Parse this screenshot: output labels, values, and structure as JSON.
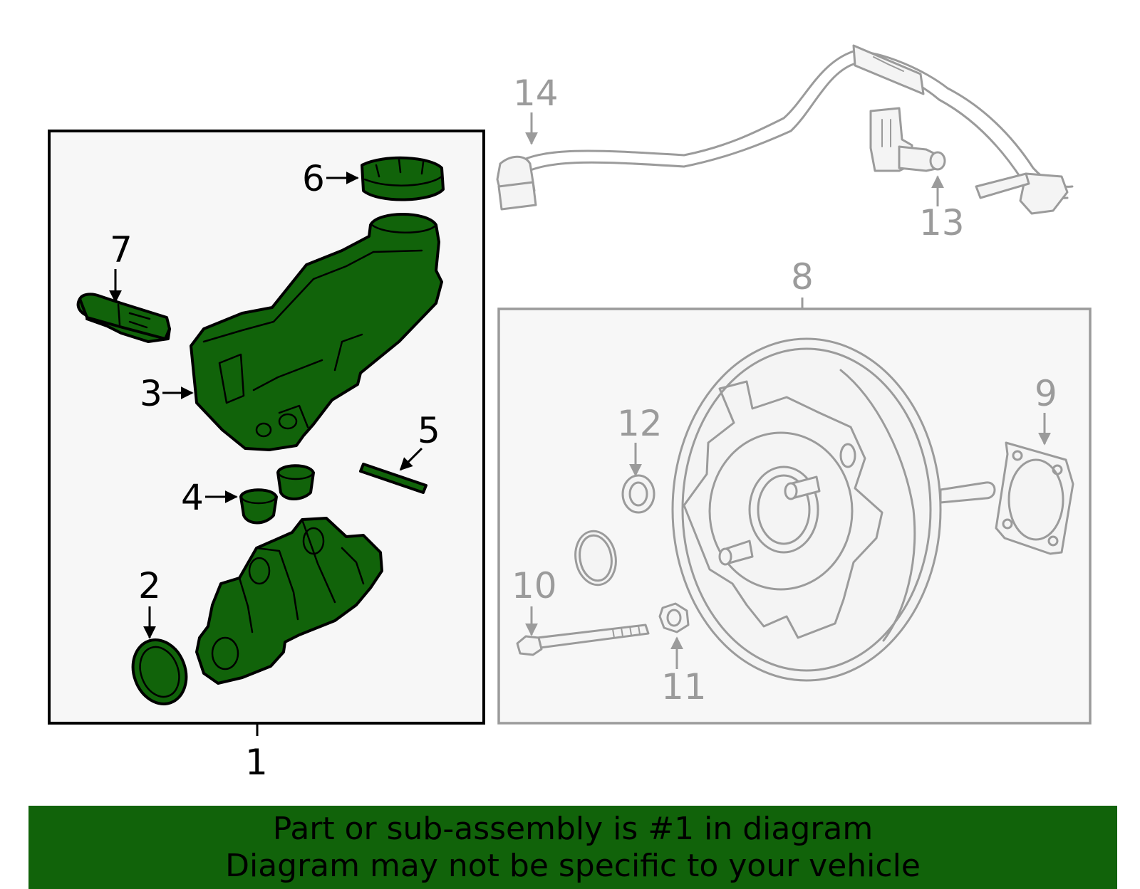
{
  "callouts": {
    "c1": "1",
    "c2": "2",
    "c3": "3",
    "c4": "4",
    "c5": "5",
    "c6": "6",
    "c7": "7",
    "c8": "8",
    "c9": "9",
    "c10": "10",
    "c11": "11",
    "c12": "12",
    "c13": "13",
    "c14": "14"
  },
  "banner": {
    "line1": "Part or sub-assembly is #1 in diagram",
    "line2": "Diagram may not be specific to your vehicle"
  },
  "colors": {
    "highlight": "#11630a",
    "banner": "#11630a",
    "secondary": "#9b9b9b",
    "panel": "#f7f7f7"
  }
}
